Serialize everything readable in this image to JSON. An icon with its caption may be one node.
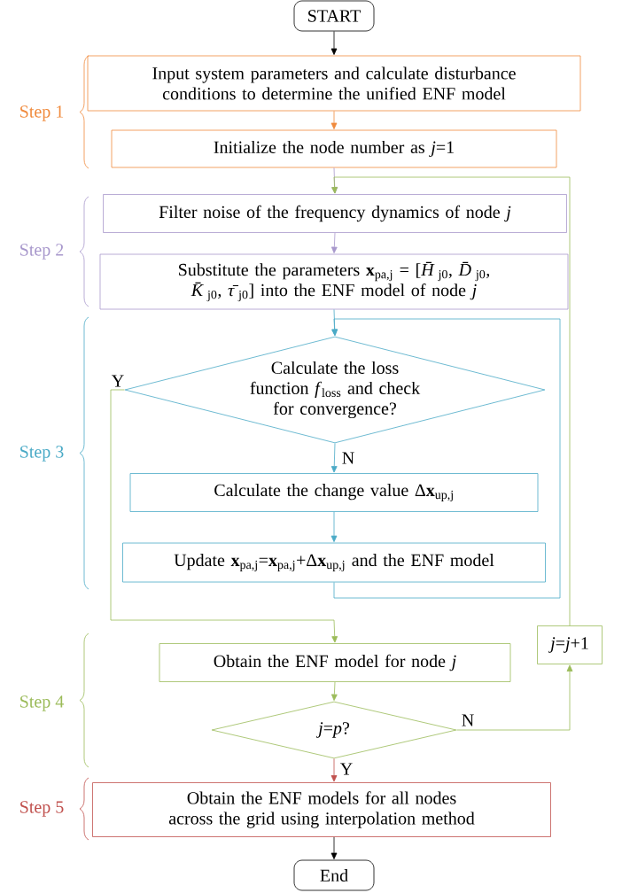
{
  "diagram": {
    "nodes": [
      {
        "text": [
          "START"
        ]
      },
      {
        "text": [
          "Input system parameters and calculate disturbance conditions to determine the unified ENF model"
        ]
      },
      {
        "text": [
          "Initialize the node number as *j*=1"
        ]
      },
      {
        "text": [
          "Filter noise of the frequency dynamics of node *j*"
        ]
      },
      {
        "text": [
          "Substitute the parameters **x**$_{pa,j}$ = [*H̄*$_{j0}$, *D̄*$_{j0}$, *K̄*$_{j0}$, *τ̄*$_{j0}$] into the ENF model of node *j*"
        ]
      },
      {
        "text": [
          "Calculate the loss function *f*$_{loss}$ and check for convergence?"
        ]
      },
      {
        "text": [
          "Calculate the change value Δ**x**$_{up,j}$"
        ]
      },
      {
        "text": [
          "Update **x**$_{pa,j}$=**x**$_{pa,j}$+Δ**x**$_{up,j}$ and the ENF model"
        ]
      },
      {
        "text": [
          "Obtain the ENF model for node *j*"
        ]
      },
      {
        "text": [
          "*j*=*p*?"
        ]
      },
      {
        "text": [
          "*j*=*j*+1"
        ]
      },
      {
        "text": [
          "Obtain the ENF models for all nodes across the grid using interpolation method"
        ]
      },
      {
        "text": [
          "End"
        ]
      }
    ],
    "edges": [
      {
        "from": 0,
        "to": 1,
        "arrow": "to",
        "color": "#000000"
      },
      {
        "from": 1,
        "to": 2,
        "arrow": "to",
        "color": "#f08a3c"
      },
      {
        "from": 2,
        "to": 3,
        "arrow": "to",
        "color": "#a898cc"
      },
      {
        "from": 3,
        "to": 4,
        "arrow": "to",
        "color": "#a898cc"
      },
      {
        "from": 4,
        "to": 5,
        "arrow": "to",
        "color": "#4aaac6"
      },
      {
        "from": 5,
        "to": 6,
        "arrow": "to",
        "label": "N",
        "color": "#4aaac6"
      },
      {
        "from": 6,
        "to": 7,
        "arrow": "to",
        "color": "#4aaac6"
      },
      {
        "from": 7,
        "to": 5,
        "arrow": "to",
        "color": "#4aaac6"
      },
      {
        "from": 5,
        "to": 8,
        "arrow": "to",
        "label": "Y",
        "color": "#9bbb59"
      },
      {
        "from": 8,
        "to": 9,
        "arrow": "to",
        "color": "#9bbb59"
      },
      {
        "from": 9,
        "to": 10,
        "arrow": "to",
        "label": "N",
        "color": "#9bbb59"
      },
      {
        "from": 10,
        "to": 3,
        "arrow": "to",
        "color": "#9bbb59"
      },
      {
        "from": 9,
        "to": 11,
        "arrow": "to",
        "label": "Y",
        "color": "#c0504d"
      },
      {
        "from": 11,
        "to": 12,
        "arrow": "to",
        "color": "#000000"
      }
    ],
    "labels": [
      "Step 1",
      "Step 2",
      "Step 3",
      "Step 4",
      "Step 5"
    ]
  }
}
